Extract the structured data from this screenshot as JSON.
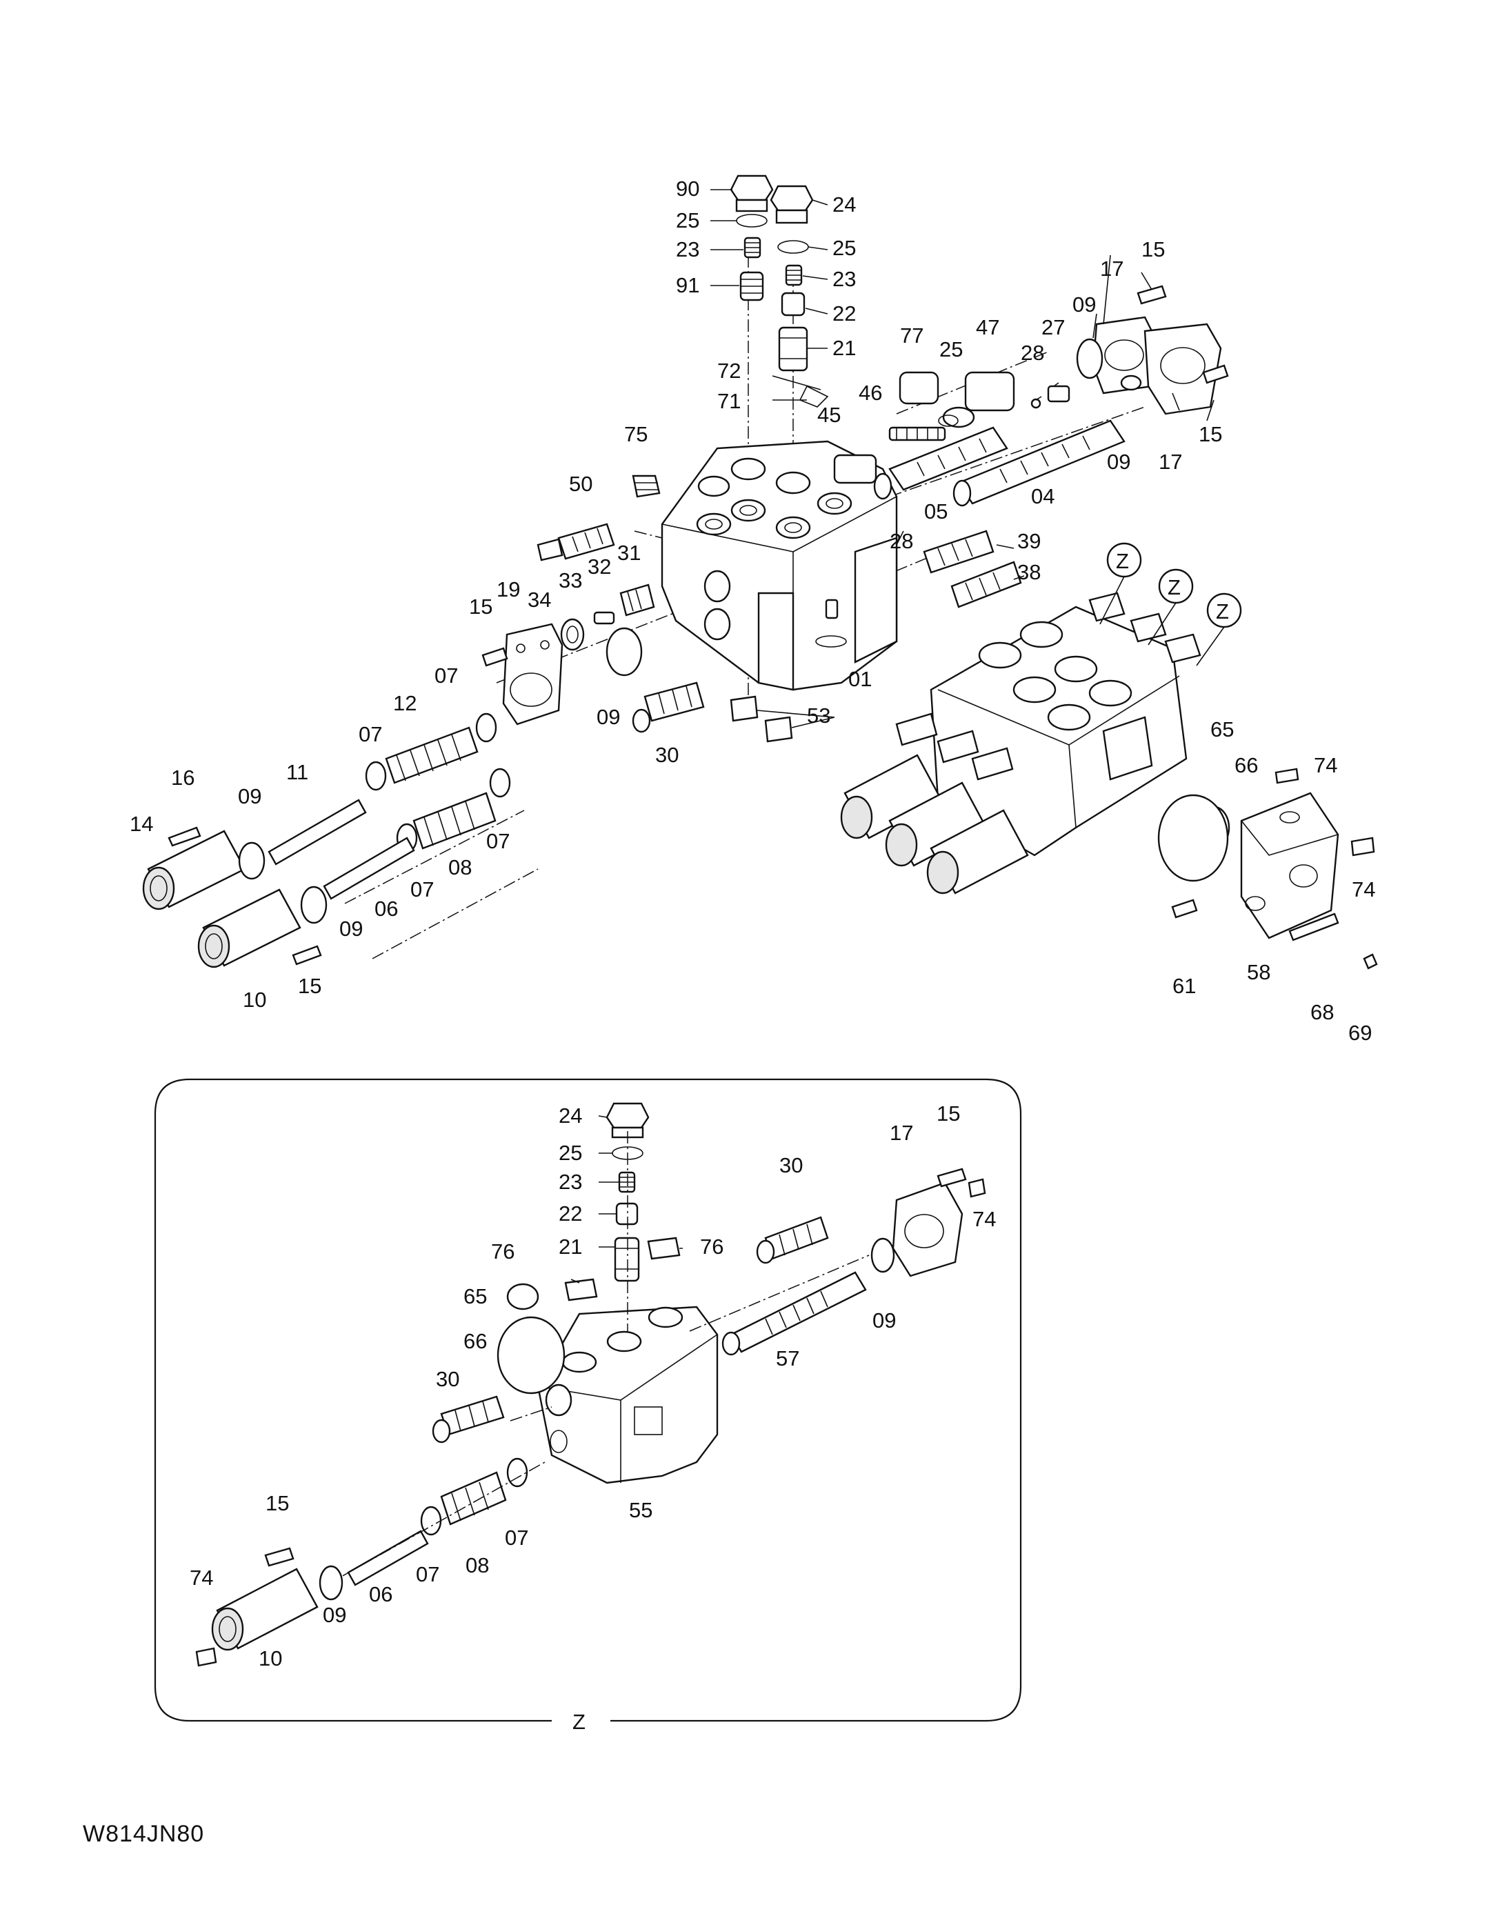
{
  "diagram_code": "W814JN80",
  "detail_view_label": "Z",
  "callout_marker": "Z",
  "part_labels_main": [
    "90",
    "24",
    "25",
    "25",
    "23",
    "23",
    "91",
    "22",
    "21",
    "72",
    "71",
    "77",
    "25",
    "47",
    "28",
    "27",
    "17",
    "15",
    "09",
    "15",
    "17",
    "09",
    "46",
    "45",
    "75",
    "50",
    "05",
    "04",
    "28",
    "39",
    "38",
    "31",
    "32",
    "33",
    "34",
    "19",
    "15",
    "07",
    "01",
    "53",
    "09",
    "30",
    "12",
    "07",
    "16",
    "11",
    "09",
    "14",
    "08",
    "07",
    "07",
    "06",
    "09",
    "10",
    "15",
    "65",
    "66",
    "74",
    "74",
    "61",
    "58",
    "68",
    "69"
  ],
  "part_labels_detail": [
    "24",
    "25",
    "23",
    "22",
    "21",
    "76",
    "76",
    "30",
    "17",
    "15",
    "74",
    "65",
    "66",
    "30",
    "09",
    "57",
    "55",
    "15",
    "07",
    "08",
    "07",
    "06",
    "74",
    "09",
    "10"
  ]
}
